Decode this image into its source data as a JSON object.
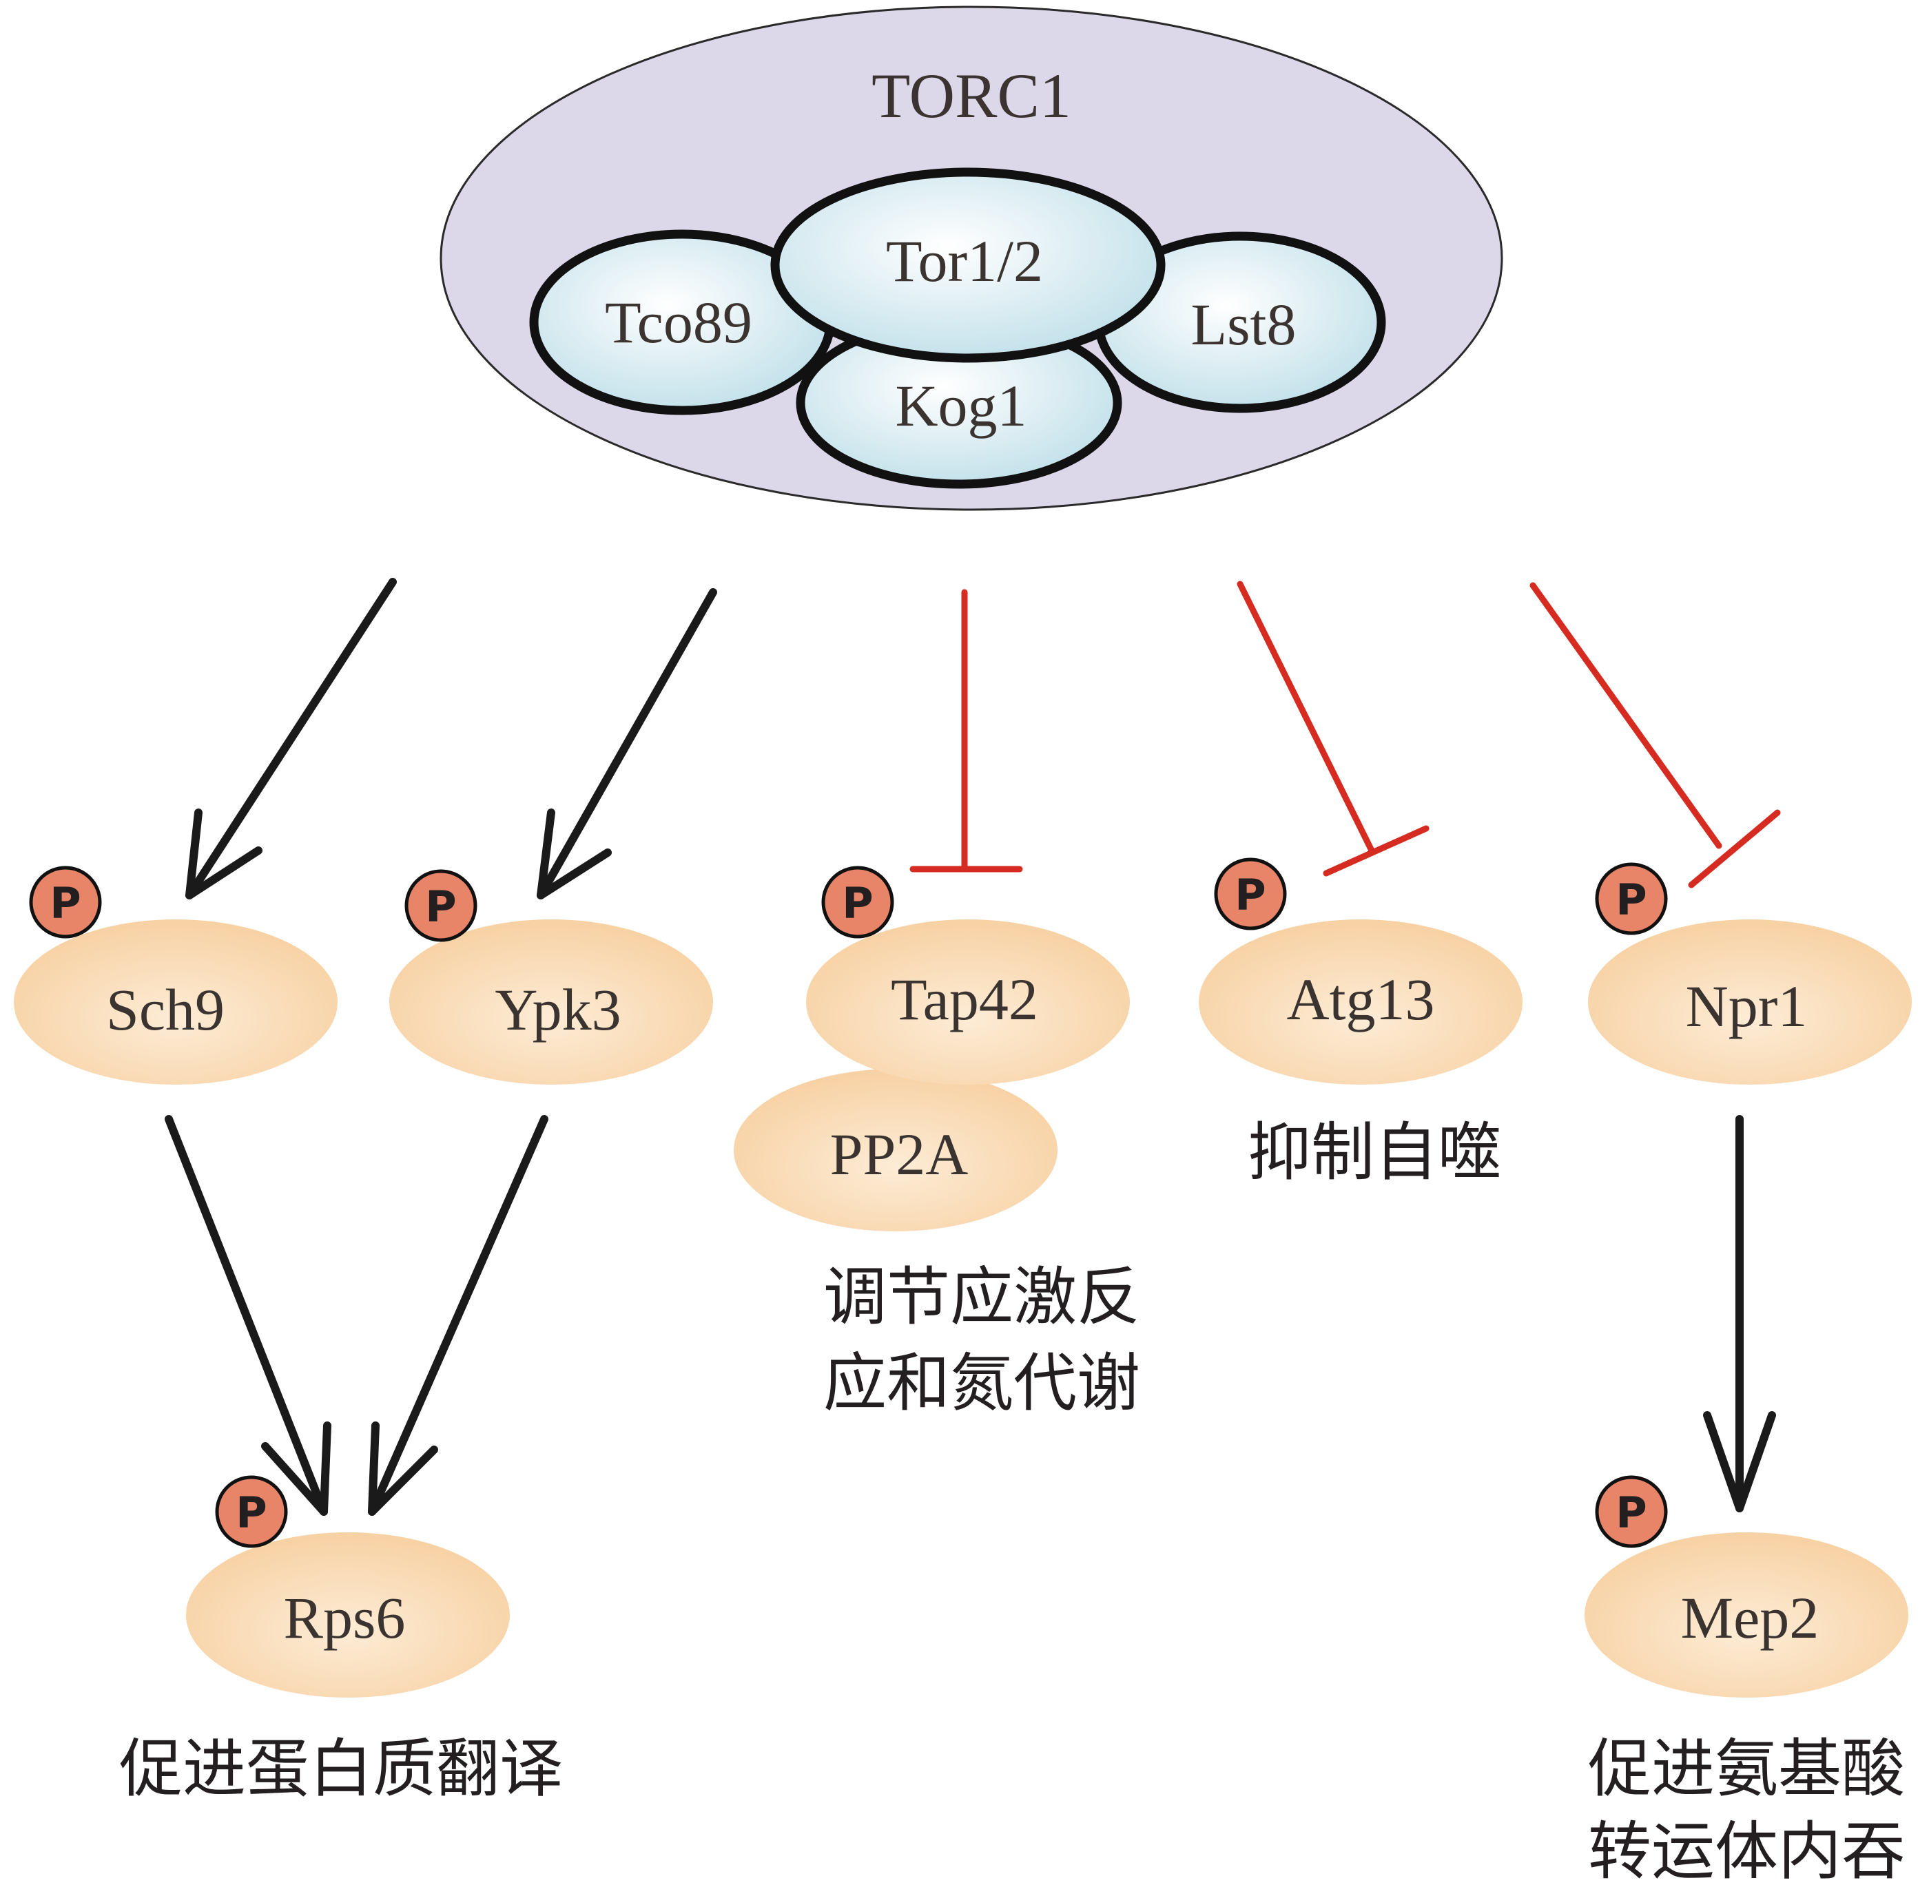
{
  "complex": {
    "title": "TORC1",
    "subunits": {
      "tor": "Tor1/2",
      "tco89": "Tco89",
      "lst8": "Lst8",
      "kog1": "Kog1"
    }
  },
  "phospho_symbol": "P",
  "targets": {
    "sch9": "Sch9",
    "ypk3": "Ypk3",
    "tap42": "Tap42",
    "pp2a": "PP2A",
    "atg13": "Atg13",
    "npr1": "Npr1",
    "rps6": "Rps6",
    "mep2": "Mep2"
  },
  "outcomes": {
    "stress_line1": "调节应激反",
    "stress_line2": "应和氮代谢",
    "autophagy": "抑制自噬",
    "translation": "促进蛋白质翻译",
    "amino_line1": "促进氨基酸",
    "amino_line2": "转运体内吞"
  },
  "colors": {
    "complex_fill": "#dcd8ea",
    "subunit_fill": "#d4eaf1",
    "node_fill": "#fbdcb6",
    "phospho_fill": "#e88468",
    "activation": "#1a1a1a",
    "inhibition": "#d52b20"
  }
}
